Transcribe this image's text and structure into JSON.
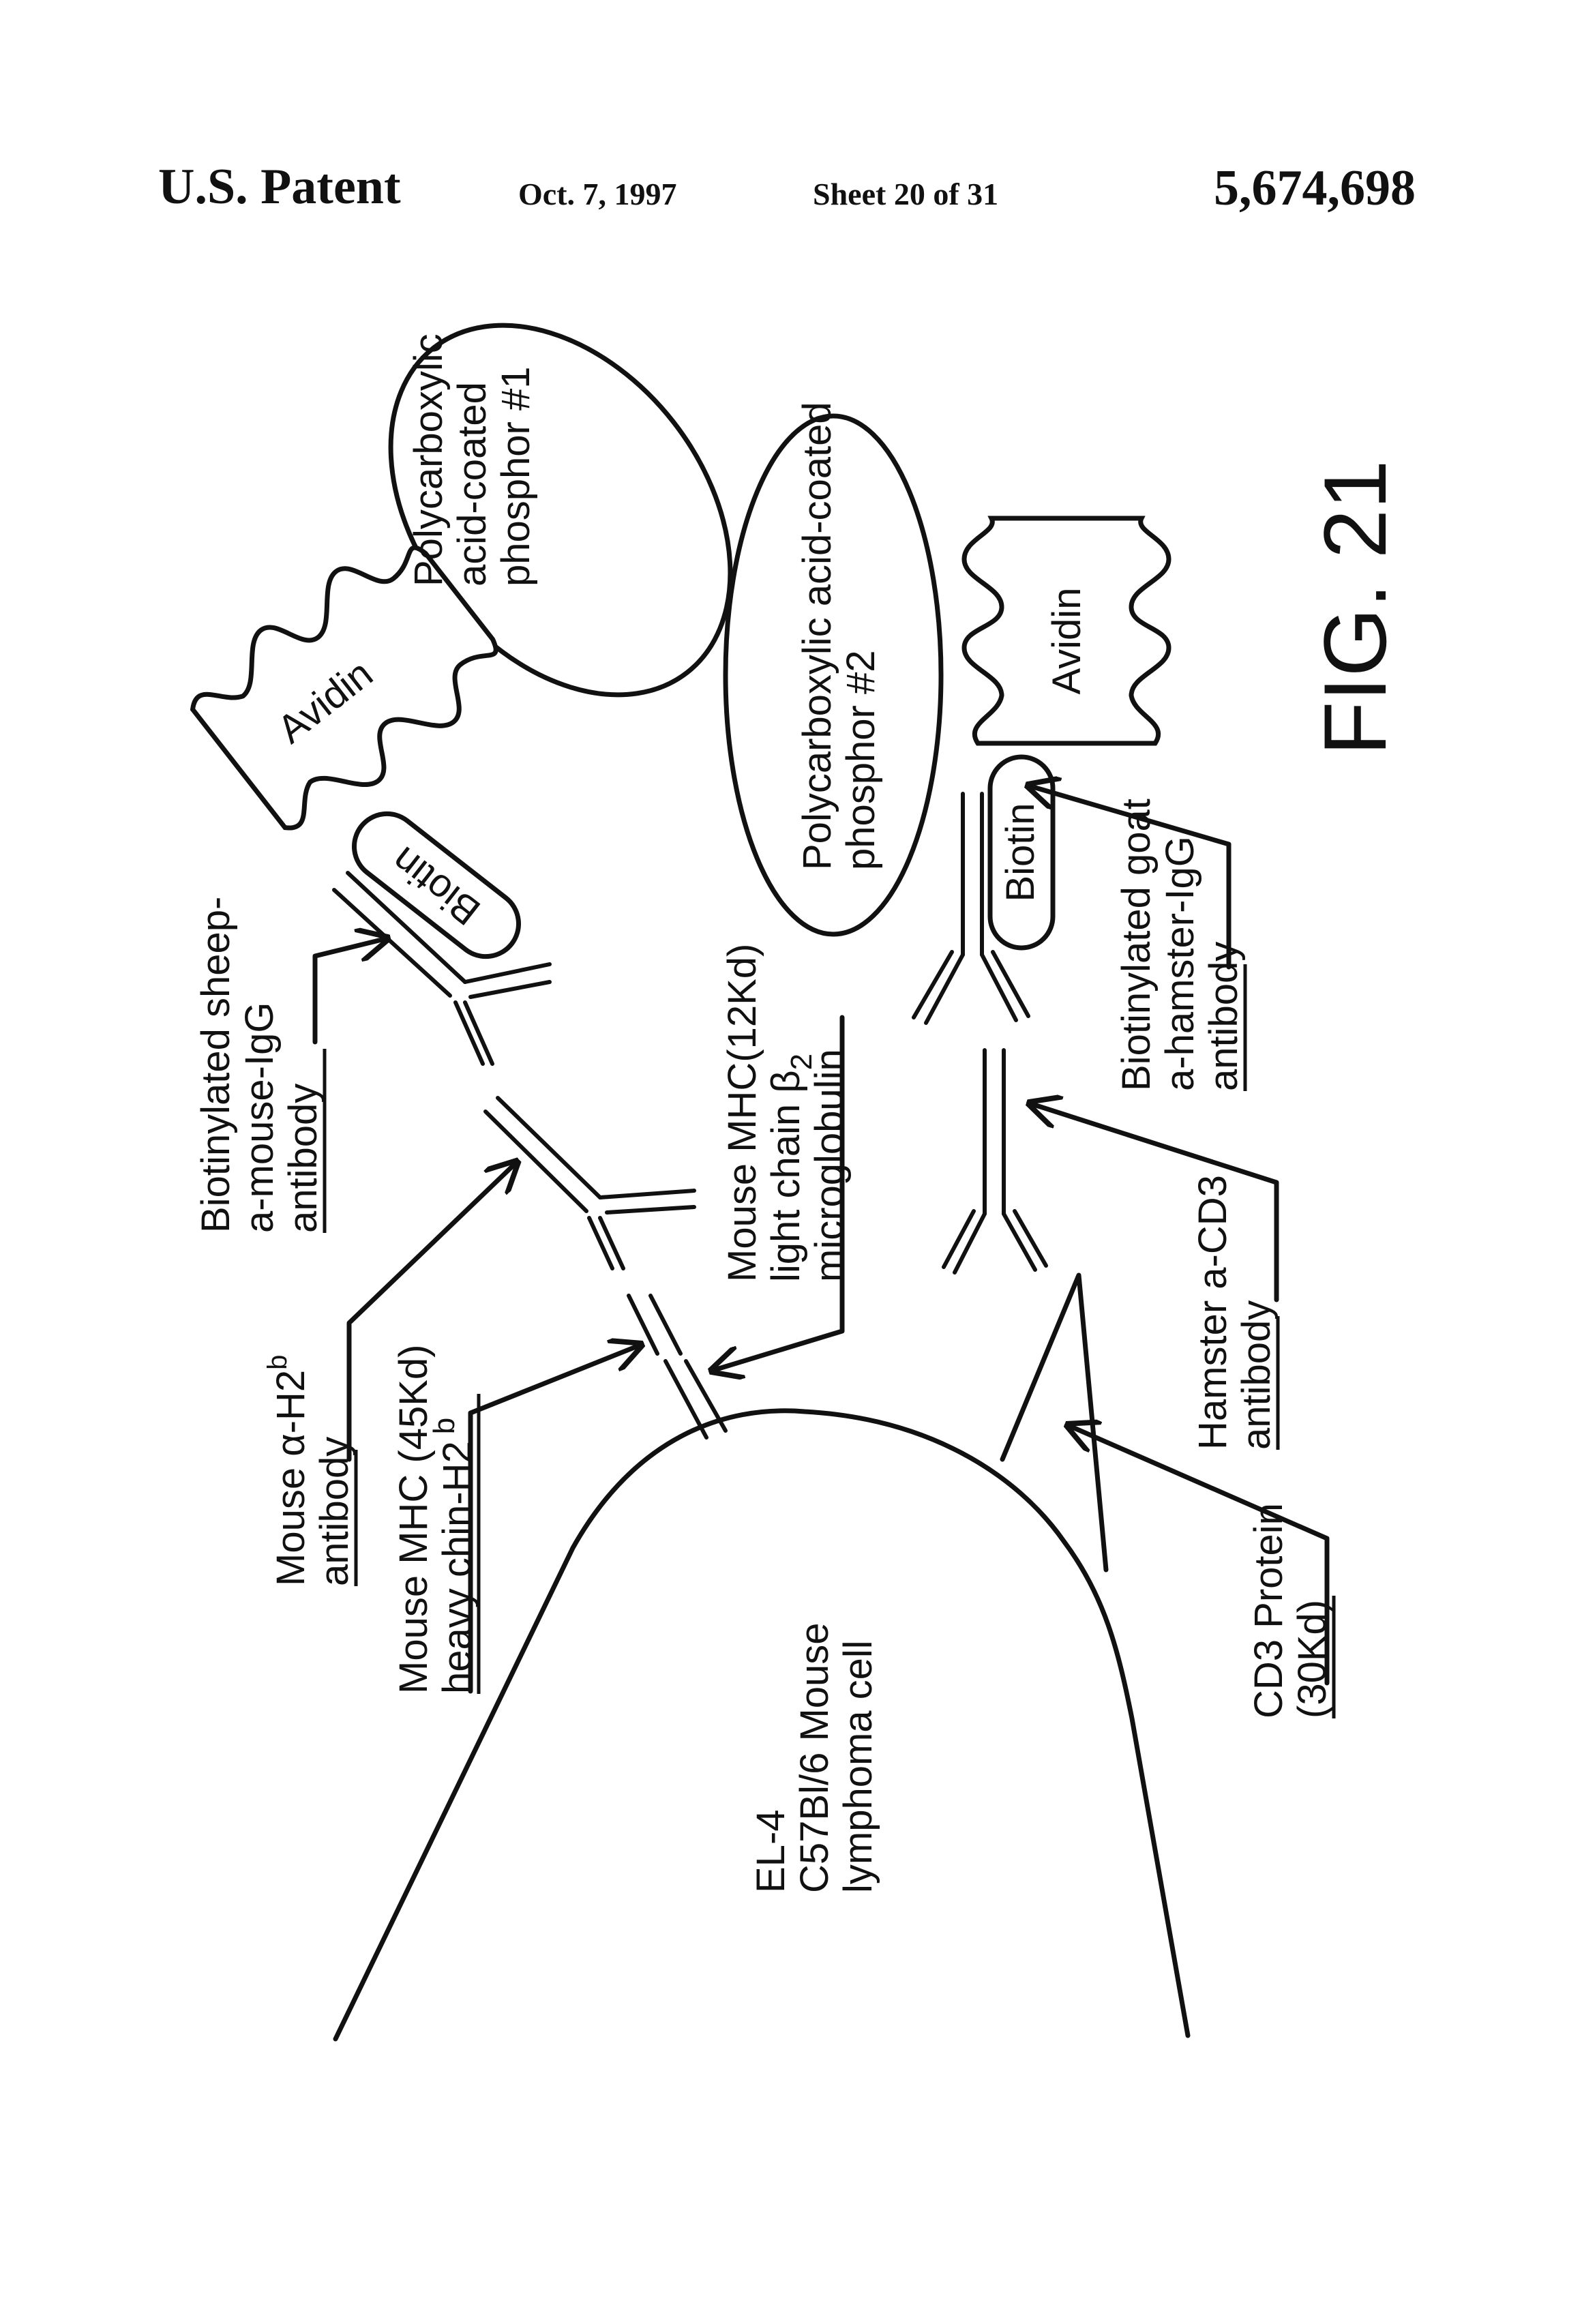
{
  "header": {
    "left": "U.S. Patent",
    "date": "Oct. 7, 1997",
    "sheet": "Sheet 20 of 31",
    "number": "5,674,698"
  },
  "figure_label": "FIG. 21",
  "labels": {
    "phosphor1": [
      "Polycarboxylic",
      "acid-coated",
      "phosphor #1"
    ],
    "phosphor2": [
      "Polycarboxylic acid-coated",
      "phosphor #2"
    ],
    "avidin1": "Avidin",
    "avidin2": "Avidin",
    "biotin1": "Biotin",
    "biotin2": "Biotin",
    "sheep_ab": [
      "Biotinylated sheep-",
      "a-mouse-IgG",
      "antibody"
    ],
    "mouse_h2b": [
      "Mouse α-H2",
      "b",
      "antibody"
    ],
    "mhc_heavy": [
      "Mouse MHC (45Kd)",
      "heavy chin-H2",
      "b"
    ],
    "mhc_light": [
      "Mouse MHC(12Kd)",
      "light chain β",
      "2",
      "microglobulin"
    ],
    "goat_ab": [
      "Biotinylated goat",
      "a-hamster-IgG",
      "antibody"
    ],
    "hamster_ab": [
      "Hamster a-CD3",
      "antibody"
    ],
    "cd3": [
      "CD3 Protein",
      "(30Kd)"
    ],
    "cell": [
      "EL-4",
      "C57Bl/6 Mouse",
      "lymphoma cell"
    ]
  }
}
